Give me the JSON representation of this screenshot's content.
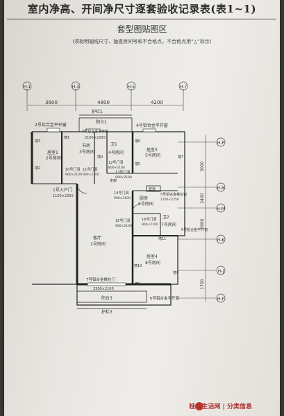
{
  "doc": {
    "title": "室内净高、开间净尺寸逐套验收记录表(表1~1)",
    "subtitle": "套型图贴图区",
    "note": "(须标明轴线尺寸、抽查房间号和不合格点，不合格点用“△”标示)"
  },
  "axes": {
    "top": [
      "H-1",
      "H-3",
      "H-5",
      "H-7"
    ],
    "right": [
      "H-P",
      "H-N",
      "H-M",
      "H-K",
      "H-J",
      "H-F"
    ]
  },
  "dims": {
    "top": [
      "3600",
      "4800",
      "4200"
    ],
    "right": [
      "3000",
      "2400",
      "1900",
      "1700"
    ]
  },
  "labels": {
    "balcony1": "阳台1",
    "rail1": "护栏1",
    "balcony3": "阳台3",
    "rail3": "护栏3",
    "win2": "2号铝合金平开窗",
    "win3": "3号铝合金平开窗",
    "win4": "4号铝合金平开窗",
    "win5": "5号铝合金推拉窗",
    "win6": "6号铝合金平开窗",
    "win7": "7号铝合金推拉门",
    "win7_size": "3300×2100",
    "win5b": "5号铝合金平开窗",
    "door3_size": "2100×2250",
    "room_bed1": "居室1",
    "room_bed1_no": "2号房间",
    "room_study": "书房",
    "room_study_no": "3号房间",
    "room_wc1": "卫1",
    "room_wc1_no": "4号房间",
    "room_bed3": "居室3",
    "room_bed3_no": "5号房间",
    "room_kitchen": "厨房",
    "room_kitchen_no": "6号房间",
    "room_wc2": "卫2",
    "room_wc2_no": "7号房间",
    "room_living": "客厅",
    "room_living_no": "1号房间",
    "room_bed4": "居室4",
    "room_bed4_no": "8号房间",
    "d10": "10号门洞",
    "d10_size": "900×2100",
    "d11": "11号门洞",
    "d11_size": "900×2100",
    "d12": "12号门洞",
    "d12_size": "800×2100",
    "d13": "13号门洞",
    "d13_size": "900×2100",
    "d14": "14号门洞",
    "d14_size": "900×2100",
    "d15": "15号门洞",
    "d15_size": "900×2100",
    "d16": "16号门洞",
    "d16_size": "900×2100",
    "entry": "1号入户门",
    "entry_size": "1100×2250",
    "corridor": "走廊",
    "shaft": "管道",
    "win5_size": "1700×2250",
    "wall1": "墙1",
    "wall2": "墙2",
    "wall3": "墙3",
    "wall4": "墙4",
    "wall5": "墙5",
    "wall6": "墙6",
    "wall7": "墙7",
    "wall8": "墙8",
    "wall9": "墙9",
    "wall10": "墙10",
    "wall11": "墙11"
  },
  "watermark": {
    "brand": "桂林生活网",
    "section": "分类信息"
  }
}
